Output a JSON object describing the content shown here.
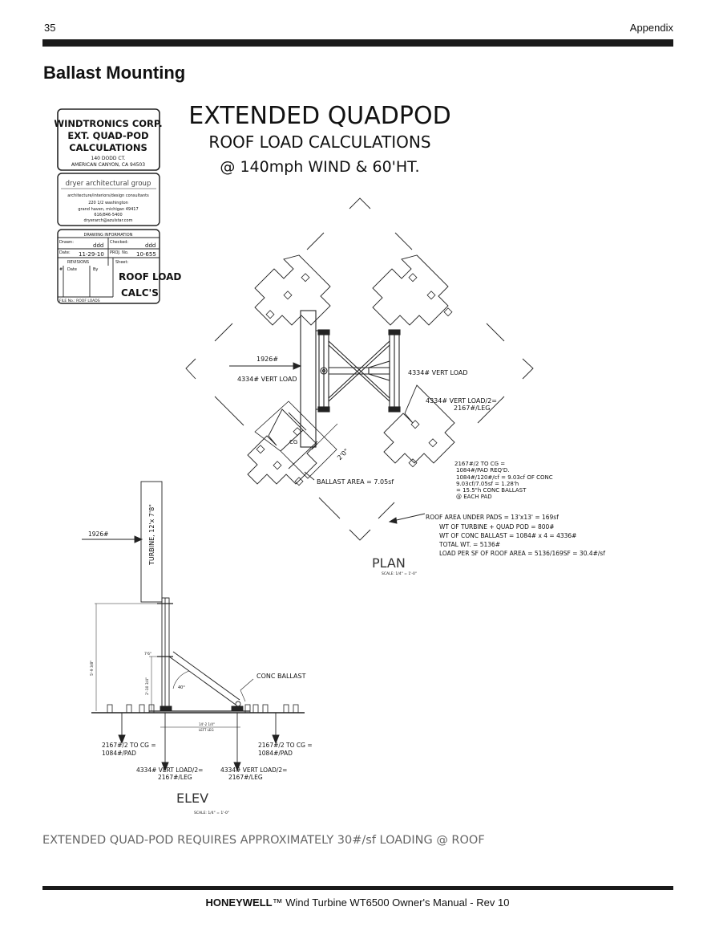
{
  "header": {
    "page_number": "35",
    "section": "Appendix"
  },
  "heading": "Ballast Mounting",
  "drawing": {
    "title": "EXTENDED QUADPOD",
    "subtitle1": "ROOF LOAD CALCULATIONS",
    "subtitle2": "@ 140mph WIND & 60'HT.",
    "titleblock": {
      "company": [
        "WINDTRONICS CORP.",
        "EXT. QUAD-POD",
        "CALCULATIONS"
      ],
      "address": [
        "140 DODD CT.",
        "AMERICAN CANYON, CA  94503"
      ],
      "architect": "dryer architectural group",
      "architect_info": [
        "architecture/interiors/design consultants",
        "220 1/2 washington",
        "grand haven, michigan 49417",
        "616/846-5400",
        "dryerarch@azulstar.com"
      ],
      "drawing_info": "DRAWING INFORMATION",
      "drawn_label": "Drawn:",
      "drawn_value": "ddd",
      "checked_label": "Checked:",
      "checked_value": "ddd",
      "date_label": "Date:",
      "date_value": "11-29-10",
      "proj_label": "PROJ. No.",
      "proj_value": "10-655",
      "revisions_label": "REVISIONS",
      "rev_hash": "#",
      "rev_date": "Date",
      "rev_by": "By",
      "sheet_label": "Sheet:",
      "sheet_value": [
        "ROOF LOAD",
        "CALC'S"
      ],
      "file_label": "FILE No.: ROOF LOADS"
    },
    "plan": {
      "force": "1926#",
      "vert_load_left": "4334# VERT LOAD",
      "vert_load_right": "4334# VERT LOAD",
      "vert_load_half": [
        "4334# VERT LOAD/2=",
        "2167#/LEG"
      ],
      "cg": "CG",
      "dim": "2'0\"",
      "ballast_area": "BALLAST AREA = 7.05sf",
      "calc": [
        "2167#/2 TO CG =",
        "1084#/PAD REQ'D.",
        "1084#/120#/cf = 9.03cf OF CONC",
        "9.03cf/7.05sf = 1.28'h",
        "= 15.5\"h CONC BALLAST",
        "@ EACH PAD"
      ],
      "roof_area": [
        "ROOF AREA UNDER PADS = 13'x13' = 169sf",
        "WT OF TURBINE + QUAD POD = 800#",
        "WT OF CONC BALLAST = 1084# x 4 = 4336#",
        "TOTAL WT. = 5136#",
        "LOAD PER SF OF ROOF AREA = 5136/169SF = 30.4#/sf"
      ],
      "label": "PLAN",
      "scale": "SCALE: 1/4\" = 1'-0\""
    },
    "elev": {
      "force": "1926#",
      "turbine": "TURBINE, 12'x 7'8\"",
      "dim_height": "5'-9 3/8\"",
      "dim_small": "2'-10 3/4\"",
      "dim_top": "7'6\"",
      "angle": "40°",
      "conc_ballast": "CONC BALLAST",
      "dim_bottom": [
        "14'-2 1/4\"",
        "LEFT LEG"
      ],
      "cg_left": [
        "2167#/2 TO CG =",
        "1084#/PAD"
      ],
      "cg_right": [
        "2167#/2 TO CG =",
        "1084#/PAD"
      ],
      "vert_left": [
        "4334# VERT LOAD/2=",
        "2167#/LEG"
      ],
      "vert_right": [
        "4334# VERT LOAD/2=",
        "2167#/LEG"
      ],
      "label": "ELEV",
      "scale": "SCALE: 1/4\" = 1'-0\""
    },
    "note": "EXTENDED QUAD-POD REQUIRES APPROXIMATELY 30#/sf LOADING @ ROOF"
  },
  "footer": {
    "brand": "HONEYWELL",
    "rest": "™ Wind Turbine WT6500 Owner's Manual - Rev 10"
  }
}
